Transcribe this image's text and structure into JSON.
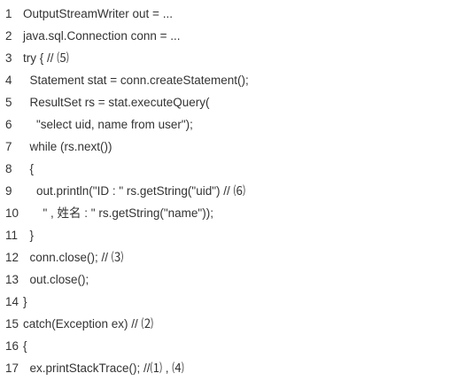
{
  "lines": [
    {
      "num": "1",
      "code": "OutputStreamWriter out = ..."
    },
    {
      "num": "2",
      "code": "java.sql.Connection conn = ..."
    },
    {
      "num": "3",
      "code": "try { // ⑸"
    },
    {
      "num": "4",
      "code": "  Statement stat = conn.createStatement();"
    },
    {
      "num": "5",
      "code": "  ResultSet rs = stat.executeQuery("
    },
    {
      "num": "6",
      "code": "    \"select uid, name from user\");"
    },
    {
      "num": "7",
      "code": "  while (rs.next())"
    },
    {
      "num": "8",
      "code": "  {"
    },
    {
      "num": "9",
      "code": "    out.println(\"ID : \" rs.getString(\"uid\") // ⑹"
    },
    {
      "num": "10",
      "code": "      \" , 姓名 : \" rs.getString(\"name\"));"
    },
    {
      "num": "11",
      "code": "  }"
    },
    {
      "num": "12",
      "code": "  conn.close(); // ⑶"
    },
    {
      "num": "13",
      "code": "  out.close();"
    },
    {
      "num": "14",
      "code": "}"
    },
    {
      "num": "15",
      "code": "catch(Exception ex) // ⑵"
    },
    {
      "num": "16",
      "code": "{"
    },
    {
      "num": "17",
      "code": "  ex.printStackTrace(); //⑴ , ⑷"
    }
  ]
}
